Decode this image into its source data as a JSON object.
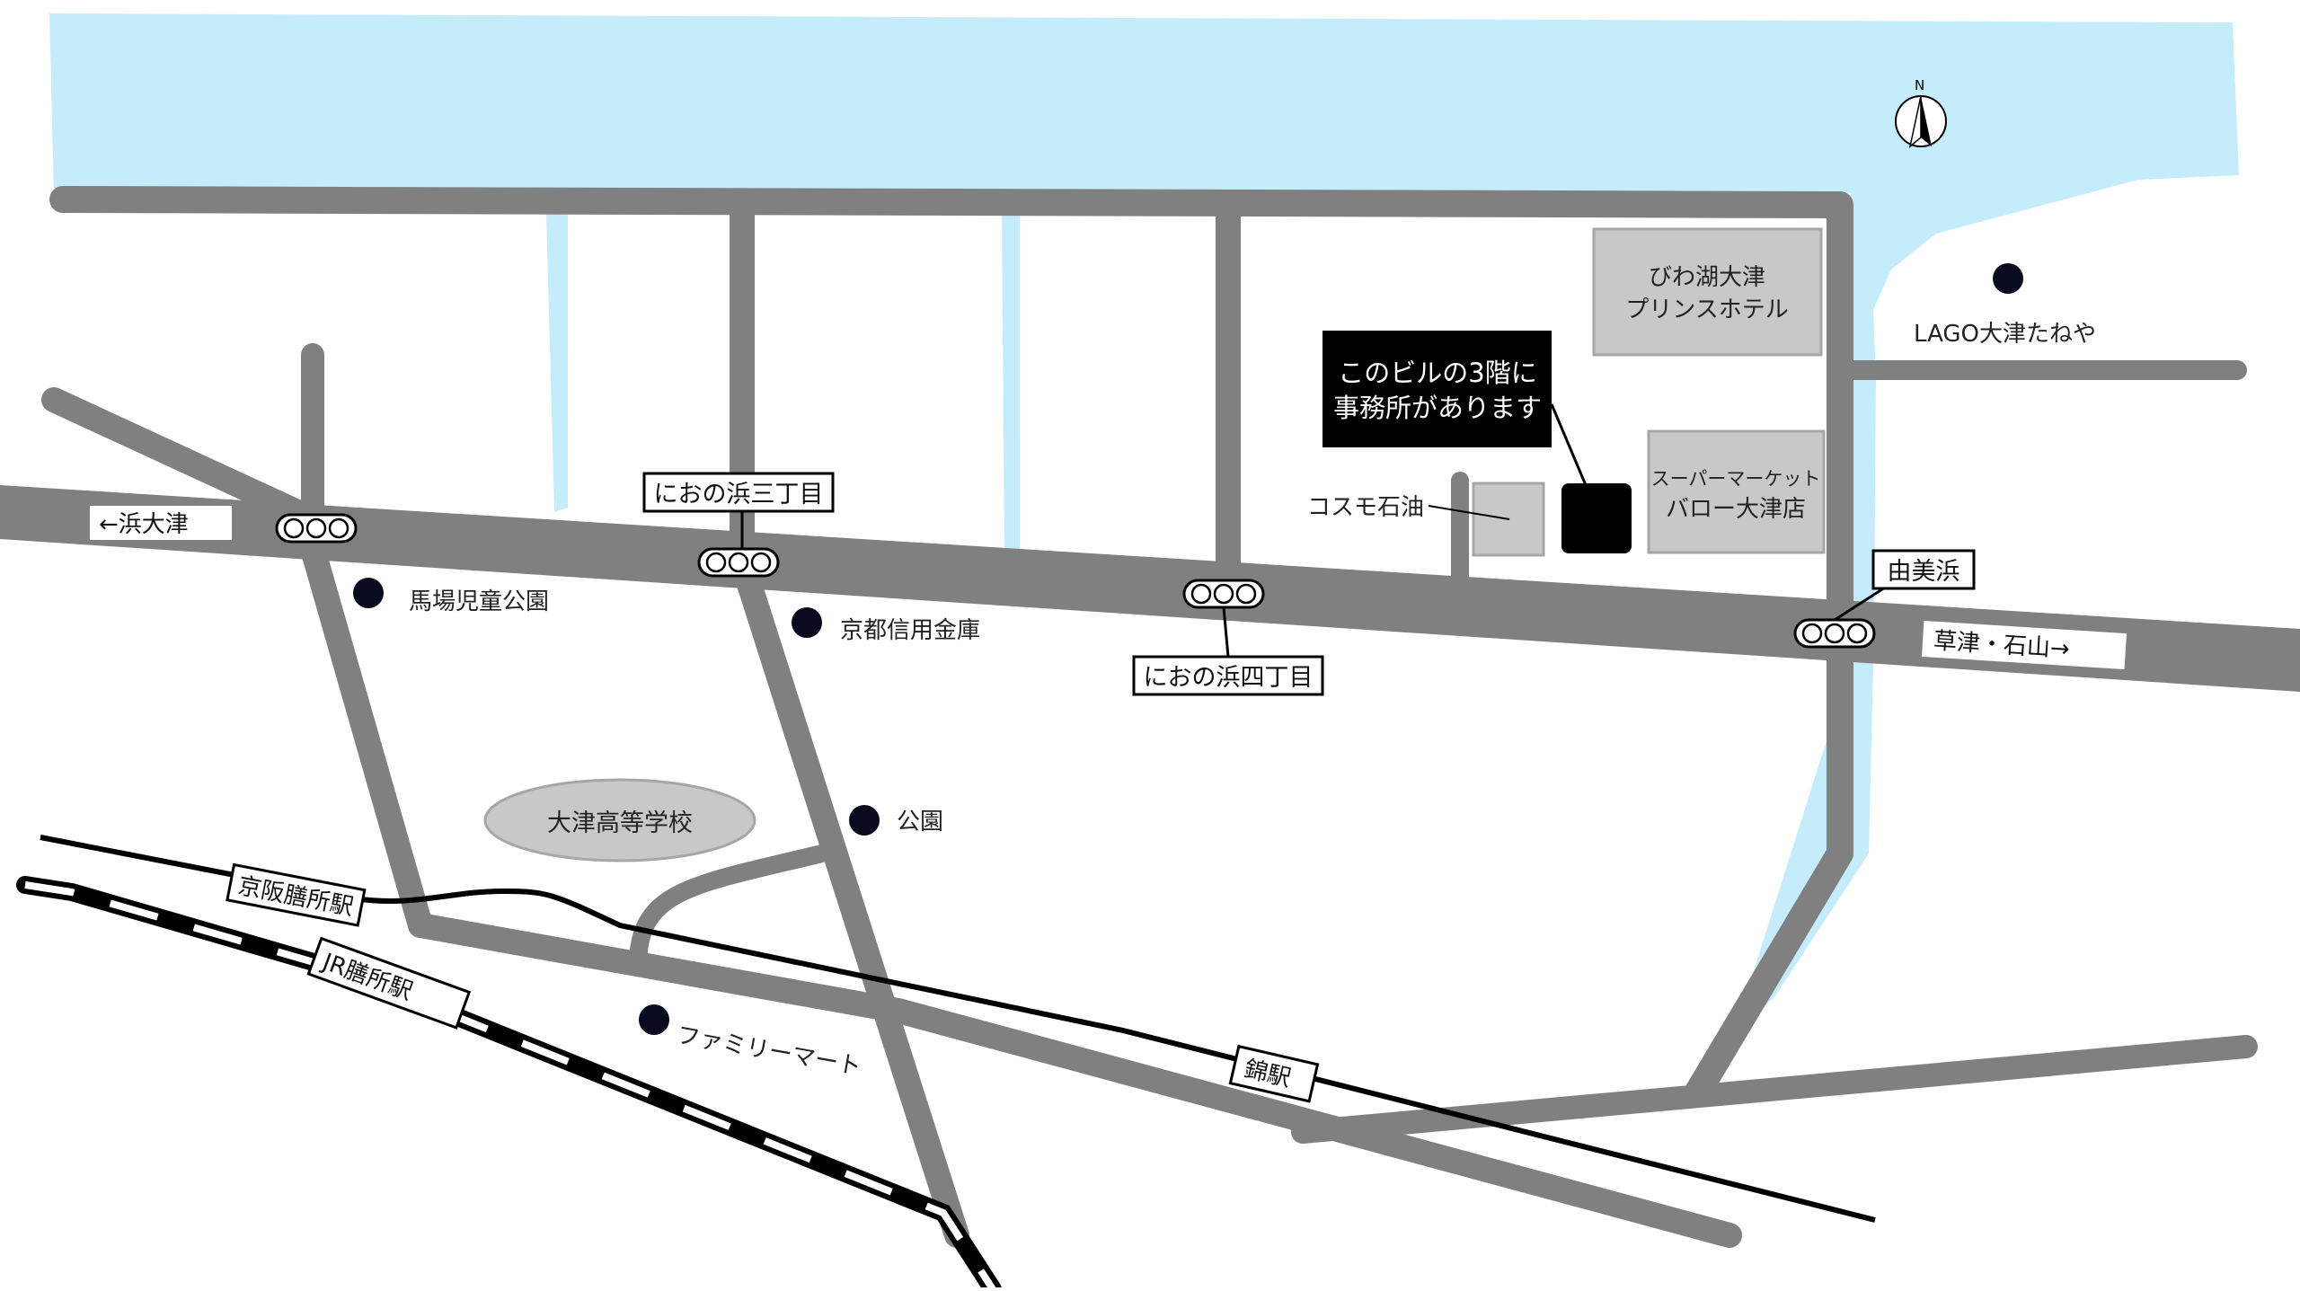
{
  "colors": {
    "water": "#c5ecfa",
    "road": "#808080",
    "building_fill": "#c8c8c8",
    "building_stroke": "#a6a6a6",
    "callout_bg": "#000000",
    "callout_text": "#ffffff",
    "poi_dot": "#0a0a1e",
    "rail": "#000000"
  },
  "compass": {
    "label": "N"
  },
  "callout": {
    "line1": "このビルの3階に",
    "line2": "事務所があります"
  },
  "buildings": {
    "prince_hotel_line1": "びわ湖大津",
    "prince_hotel_line2": "プリンスホテル",
    "supermarket_line1": "スーパーマーケット",
    "supermarket_line2": "バロー大津店",
    "cosmo": "コスモ石油"
  },
  "pois": {
    "lago": "LAGO大津たねや",
    "baba_park": "馬場児童公園",
    "kyoto_shinkin": "京都信用金庫",
    "park": "公園",
    "familymart": "ファミリーマート",
    "otsu_high": "大津高等学校"
  },
  "intersections": {
    "nionohama3": "におの浜三丁目",
    "nionohama4": "におの浜四丁目",
    "yumihama": "由美浜"
  },
  "directions": {
    "west": "←浜大津",
    "east": "草津・石山→"
  },
  "stations": {
    "keihan_zeze": "京阪膳所駅",
    "jr_zeze": "JR膳所駅",
    "nishiki": "錦駅"
  }
}
